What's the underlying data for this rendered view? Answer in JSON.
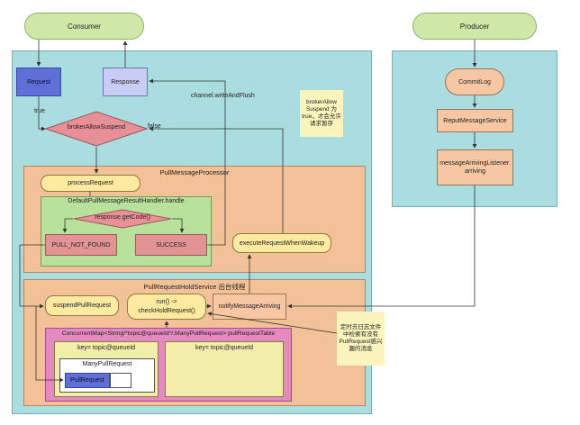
{
  "consumer": {
    "title": "Consumer",
    "request": "Request",
    "response": "Response",
    "decision": "brokerAllowSuspend",
    "label_true": "true",
    "label_false": "false",
    "channel_label": "channel.writeAndFlush",
    "note": "brokerAllow Suspend 为true，才会允许请求暂存"
  },
  "pull_message_processor": {
    "title": "PullMessageProcessor",
    "process_request": "processRequest",
    "handler_title": "DefaultPullMessageResultHandler.handle",
    "get_code": "response.getCode()",
    "pull_not_found": "PULL_NOT_FOUND",
    "success": "SUCCESS",
    "execute_wakeup": "executeRequestWhenWakeup"
  },
  "hold_service": {
    "title": "PullRequestHoldService 后台线程",
    "suspend": "suspendPullRequest",
    "run_check": "run() ->\ncheckHoldRequest()",
    "notify": "notifyMessageArriving",
    "table_title": "ConcurrentMap<String/*topic@queueId*/,ManyPullRequest> pullRequestTable",
    "key1": "key= topic@queueId",
    "key2": "key= topic@queueId",
    "many": "ManyPullRequest",
    "pull_request": "PullRequest",
    "note": "定时去日志文件中检索有没有PullRequest感兴趣的消息"
  },
  "producer": {
    "title": "Producer",
    "commitlog": "CommitLog",
    "reput": "ReputMessageService",
    "listener": "messageArrivingListener.\narriving"
  }
}
